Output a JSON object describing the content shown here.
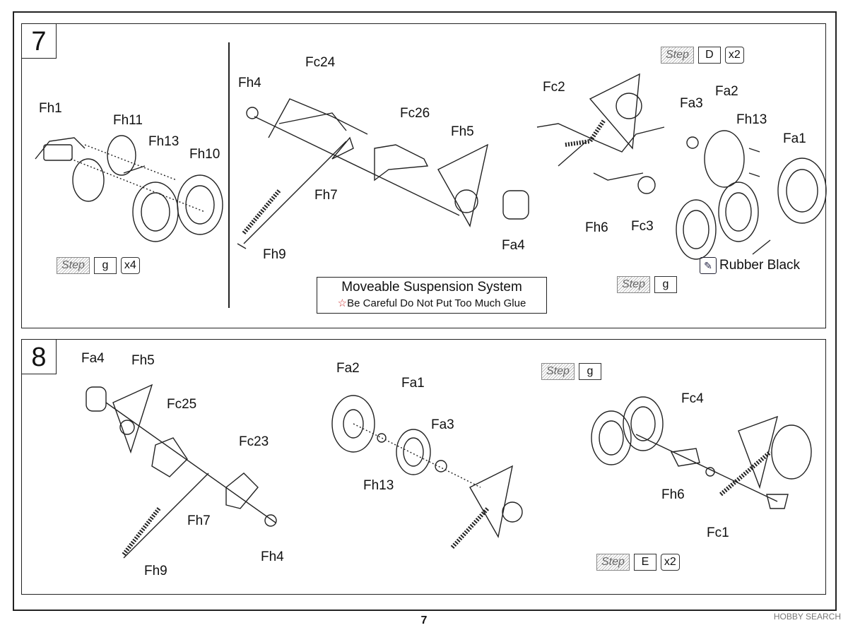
{
  "page_number": "7",
  "watermark": "HOBBY SEARCH",
  "step7": {
    "number": "7",
    "labels": {
      "fh1": "Fh1",
      "fh11": "Fh11",
      "fh13": "Fh13",
      "fh10": "Fh10",
      "fh4": "Fh4",
      "fc24": "Fc24",
      "fc26": "Fc26",
      "fh5": "Fh5",
      "fh7": "Fh7",
      "fh9": "Fh9",
      "fa4": "Fa4",
      "fc2": "Fc2",
      "fa3": "Fa3",
      "fa2": "Fa2",
      "fh13b": "Fh13",
      "fa1": "Fa1",
      "fh6": "Fh6",
      "fc3": "Fc3"
    },
    "step_word": "Step",
    "left_step": {
      "code": "g",
      "count": "x4"
    },
    "right_top_step": {
      "code": "D",
      "count": "x2"
    },
    "right_bottom_step": {
      "code": "g"
    },
    "paint": "Rubber Black",
    "notice_title": "Moveable Suspension System",
    "notice_text": "Be Careful Do Not Put Too Much Glue",
    "notice_icon": "☆"
  },
  "step8": {
    "number": "8",
    "labels": {
      "fa4": "Fa4",
      "fh5": "Fh5",
      "fc25": "Fc25",
      "fc23": "Fc23",
      "fh7": "Fh7",
      "fh9": "Fh9",
      "fh4": "Fh4",
      "fa2": "Fa2",
      "fa1": "Fa1",
      "fa3": "Fa3",
      "fh13": "Fh13",
      "fc4": "Fc4",
      "fh6": "Fh6",
      "fc1": "Fc1"
    },
    "step_word": "Step",
    "top_step": {
      "code": "g"
    },
    "bottom_step": {
      "code": "E",
      "count": "x2"
    }
  }
}
